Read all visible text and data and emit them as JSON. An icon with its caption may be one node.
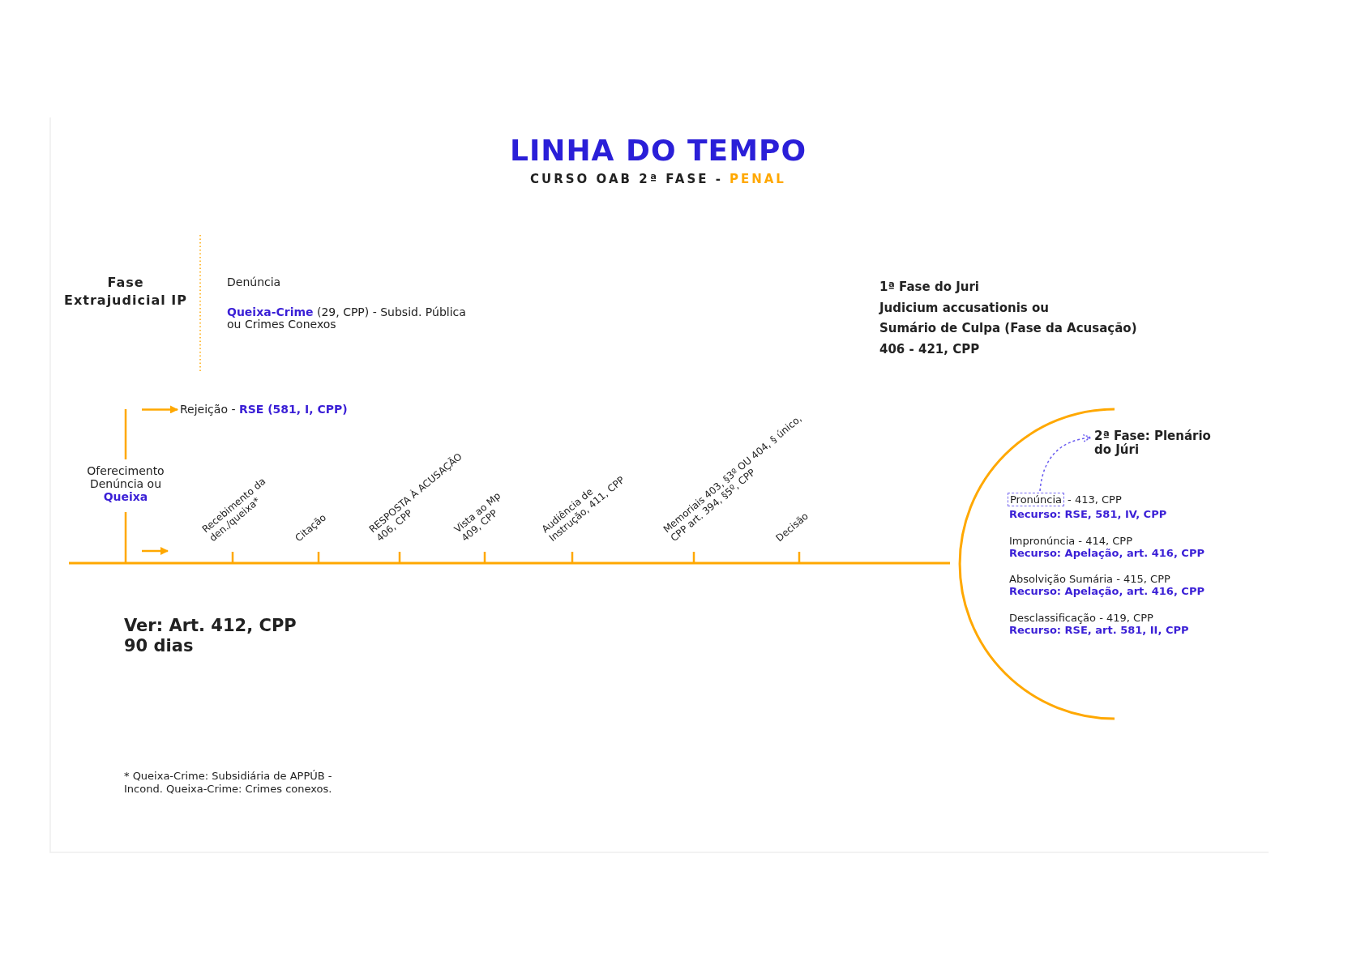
{
  "diagram": {
    "title": "LINHA DO TEMPO",
    "nodes": [
      {
        "text": [
          "Rejeição - **RSE (581, I, CPP)**"
        ]
      },
      {
        "text": [
          "2ª Fase: Plenário do Júri"
        ]
      },
      {
        "text": [
          "Pronúncia"
        ]
      }
    ],
    "edges": [
      {
        "from": null,
        "to": 0,
        "arrow": "to"
      },
      {
        "from": 2,
        "to": 1,
        "arrow": "to",
        "style": "dashed",
        "color": "#6a5cf0"
      }
    ],
    "labels": [
      "CURSO OAB 2ª FASE -",
      "PENAL",
      "Fase Extrajudicial IP",
      "Denúncia",
      "**Queixa-Crime** (29, CPP) - Subsid. Pública ou Crimes Conexos",
      "1ª Fase do Juri",
      "Judicium accusationis ou",
      "Sumário de Culpa (Fase da Acusação)",
      "406 - 421, CPP",
      "Oferecimento Denúncia ou **Queixa**",
      "Recebimento da den./queixa*",
      "Citação",
      "RESPOSTA À ACUSAÇÃO 406, CPP",
      "Vista ao Mp 409, CPP",
      "Audiência de Instrução, 411, CPP",
      "Memoriais 403, §3º OU 404, § único, CPP art. 394, §5º, CPP",
      "Decisão",
      "- 413, CPP",
      "Recurso: RSE, 581, IV, CPP",
      "Impronúncia - 414, CPP",
      "Recurso: Apelação, art. 416, CPP",
      "Absolvição Sumária - 415, CPP",
      "Recurso: Apelação, art. 416, CPP",
      "Desclassificação - 419, CPP",
      "Recurso: RSE, art. 581, II, CPP",
      "Ver: Art. 412, CPP 90 dias",
      "* Queixa-Crime: Subsidiária de APPÚB - Incond. Queixa-Crime: Crimes conexos."
    ]
  }
}
